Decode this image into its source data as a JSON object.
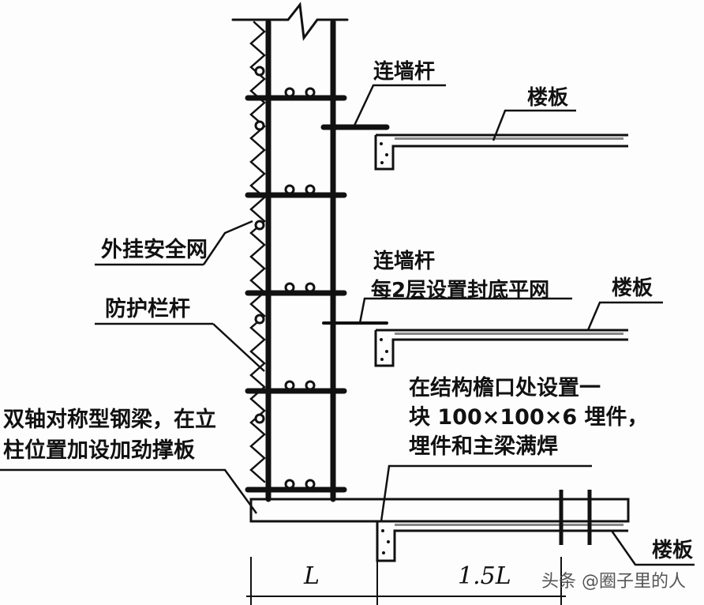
{
  "diagram": {
    "type": "scaffold-section-drawing",
    "labels": {
      "wall_tie_top": "连墙杆",
      "floor_slab_top": "楼板",
      "safety_net": "外挂安全网",
      "guard_rail": "防护栏杆",
      "wall_tie_mid": "连墙杆",
      "bottom_net_note": "每2层设置封底平网",
      "floor_slab_mid": "楼板",
      "embed_note_line1": "在结构檐口处设置一",
      "embed_note_line2": "块 100×100×6 埋件，",
      "embed_note_line3": "埋件和主梁满焊",
      "beam_note_line1": "双轴对称型钢梁，在立",
      "beam_note_line2": "柱位置加设加劲撑板",
      "floor_slab_bottom": "楼板"
    },
    "dimensions": {
      "cantilever": "L",
      "anchorage": "1.5L"
    },
    "watermark": "头条 @圈子里的人",
    "colors": {
      "ink": "#111111",
      "background": "#fdfdfd",
      "watermark": "#555555"
    }
  }
}
